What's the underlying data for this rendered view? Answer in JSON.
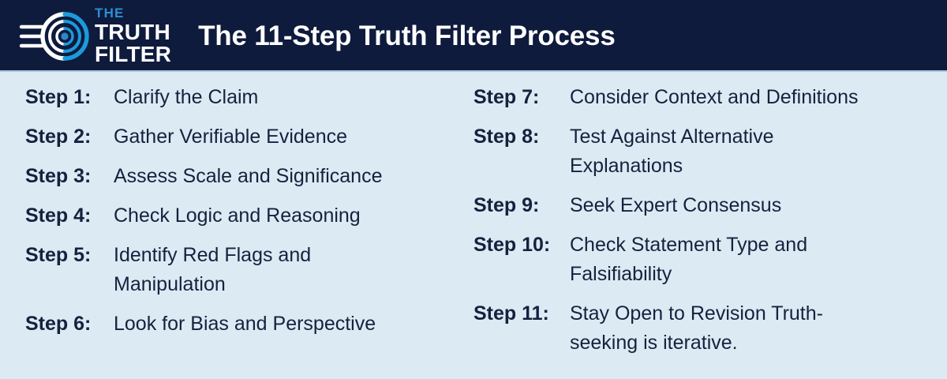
{
  "colors": {
    "header_bg": "#0f1b3d",
    "body_bg": "#dceaf4",
    "text": "#16213e",
    "accent_blue": "#2b8fd4",
    "logo_blue": "#1b9bdc",
    "white": "#ffffff",
    "divider": "#a9c4da"
  },
  "header": {
    "title": "The 11-Step Truth Filter Process",
    "logo": {
      "line1": "THE",
      "line2": "TRUTH",
      "line3": "FILTER",
      "mark_icon": "truth-filter-lens-icon"
    }
  },
  "columns": {
    "left": [
      {
        "label": "Step 1:",
        "text": " Clarify the Claim"
      },
      {
        "label": "Step 2:",
        "text": "Gather Verifiable Evidence"
      },
      {
        "label": "Step 3:",
        "text": "Assess Scale and Significance"
      },
      {
        "label": "Step 4:",
        "text": "Check Logic and Reasoning"
      },
      {
        "label": "Step 5:",
        "text": "Identify Red Flags and\nManipulation"
      },
      {
        "label": "Step 6:",
        "text": "Look for Bias and Perspective"
      }
    ],
    "right": [
      {
        "label": "Step 7:",
        "text": "Consider Context and Definitions"
      },
      {
        "label": "Step 8:",
        "text": "Test Against Alternative\nExplanations"
      },
      {
        "label": "Step 9:",
        "text": "Seek Expert Consensus"
      },
      {
        "label": "Step 10:",
        "text": "Check Statement Type and\nFalsifiability"
      },
      {
        "label": "Step 11:",
        "text": " Stay Open to Revision Truth-\nseeking is iterative."
      }
    ]
  }
}
